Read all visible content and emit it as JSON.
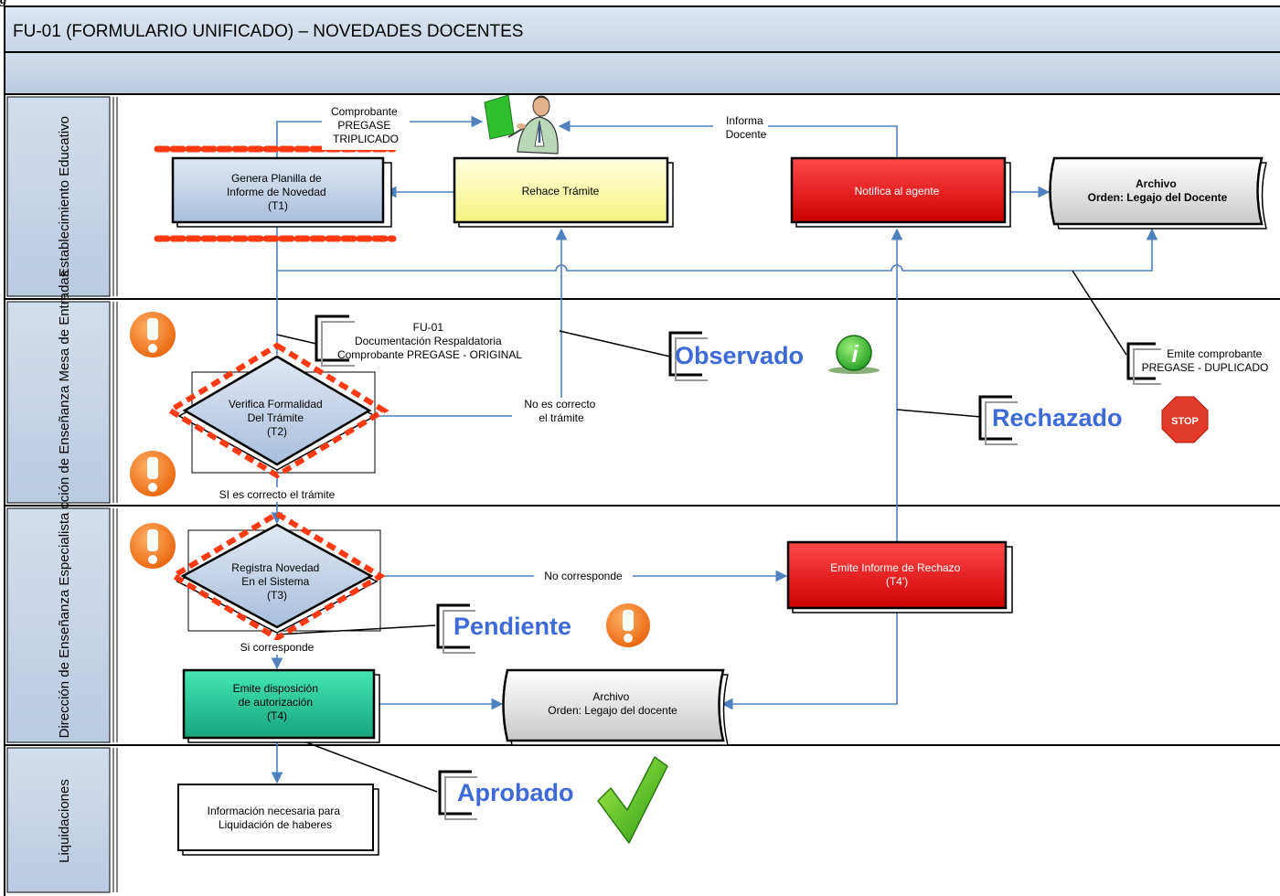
{
  "page_fragment": "g",
  "title": "FU-01 (FORMULARIO UNIFICADO) – NOVEDADES DOCENTES",
  "lanes": [
    "Establecimiento Educativo",
    "Dirección de Enseñanza Mesa de Entradas",
    "Dirección de Enseñanza Especialista",
    "Liquidaciones"
  ],
  "nodes": {
    "t1": [
      "Genera Planilla de",
      "Informe de Novedad",
      "(T1)"
    ],
    "rehace": [
      "Rehace Trámite"
    ],
    "notifica": [
      "Notifica al agente"
    ],
    "archivo1": [
      "Archivo",
      "Orden: Legajo del Docente"
    ],
    "t2": [
      "Verifica Formalidad",
      "Del Trámite",
      "(T2)"
    ],
    "t3": [
      "Registra Novedad",
      "En el Sistema",
      "(T3)"
    ],
    "t4p": [
      "Emite Informe de Rechazo",
      "(T4')"
    ],
    "t4": [
      "Emite disposición",
      "de autorización",
      "(T4)"
    ],
    "archivo2": [
      "Archivo",
      "Orden: Legajo del docente"
    ],
    "liq": [
      "Información necesaria para",
      "Liquidación de haberes"
    ]
  },
  "edge_labels": {
    "comprobante": [
      "Comprobante",
      "PREGASE",
      "TRIPLICADO"
    ],
    "informa": [
      "Informa",
      "Docente"
    ],
    "no_correcto": [
      "No es correcto",
      "el trámite"
    ],
    "si_correcto": "SI es correcto el trámite",
    "no_corresponde": "No corresponde",
    "si_corresponde": "Si corresponde"
  },
  "annotations": {
    "docs": [
      "FU-01",
      "Documentación Respaldatoria",
      "Comprobante PREGASE - ORIGINAL"
    ],
    "duplicado": [
      "Emite comprobante",
      "PREGASE - DUPLICADO"
    ]
  },
  "status": {
    "observado": "Observado",
    "rechazado": "Rechazado",
    "pendiente": "Pendiente",
    "aprobado": "Aprobado"
  },
  "icons": {
    "info": "i",
    "stop": "STOP"
  },
  "colors": {
    "accent_text": "#3d6ad6",
    "connector": "#4f81bd",
    "highlight": "#ff3a12",
    "warning": "#f07b1e",
    "lane_header": "#d0dceb"
  }
}
